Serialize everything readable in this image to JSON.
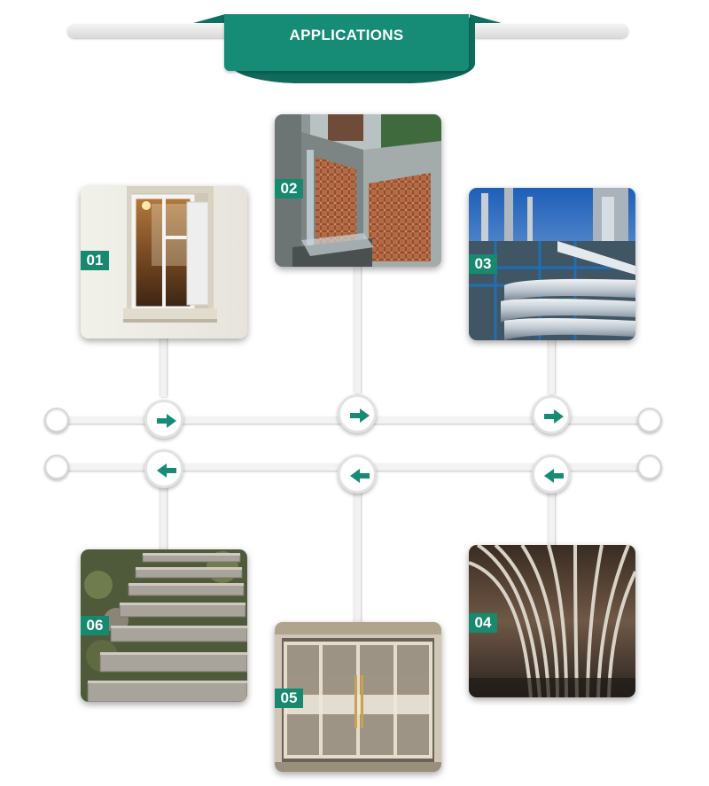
{
  "header": {
    "title": "APPLICATIONS"
  },
  "accent_color": "#168c77",
  "cards": [
    {
      "number": "01",
      "subject": "window",
      "icon": "window-photo"
    },
    {
      "number": "02",
      "subject": "building facade screens",
      "icon": "building-photo"
    },
    {
      "number": "03",
      "subject": "industrial pipes",
      "icon": "industry-photo"
    },
    {
      "number": "04",
      "subject": "ceiling baffles",
      "icon": "ceiling-photo"
    },
    {
      "number": "05",
      "subject": "glass door",
      "icon": "door-photo"
    },
    {
      "number": "06",
      "subject": "stone stairs",
      "icon": "stairs-photo"
    }
  ],
  "timeline": {
    "top_direction": "right-arrow-icon",
    "bottom_direction": "left-arrow-icon"
  }
}
